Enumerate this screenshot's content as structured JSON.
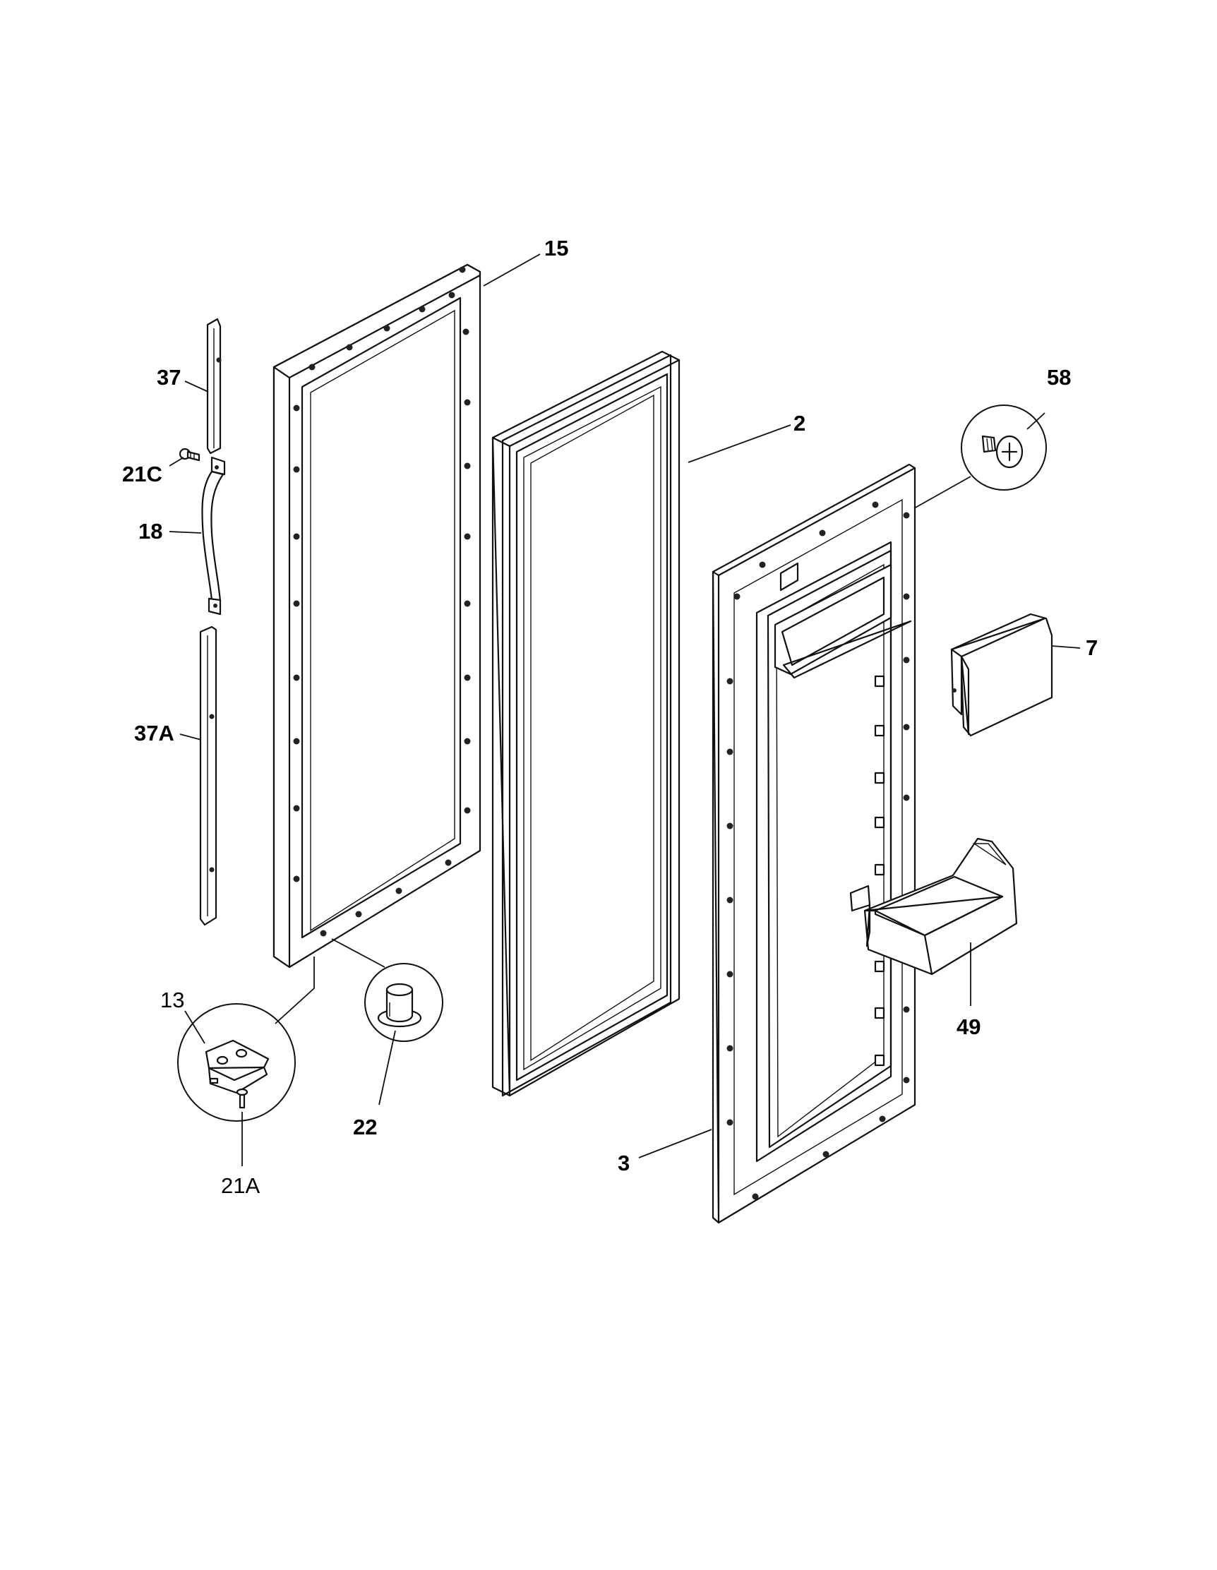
{
  "diagram": {
    "callouts": {
      "c15": "15",
      "c2": "2",
      "c58": "58",
      "c37": "37",
      "c21c": "21C",
      "c18": "18",
      "c37a": "37A",
      "c7": "7",
      "c49": "49",
      "c13": "13",
      "c22": "22",
      "c21a": "21A",
      "c3": "3"
    }
  }
}
